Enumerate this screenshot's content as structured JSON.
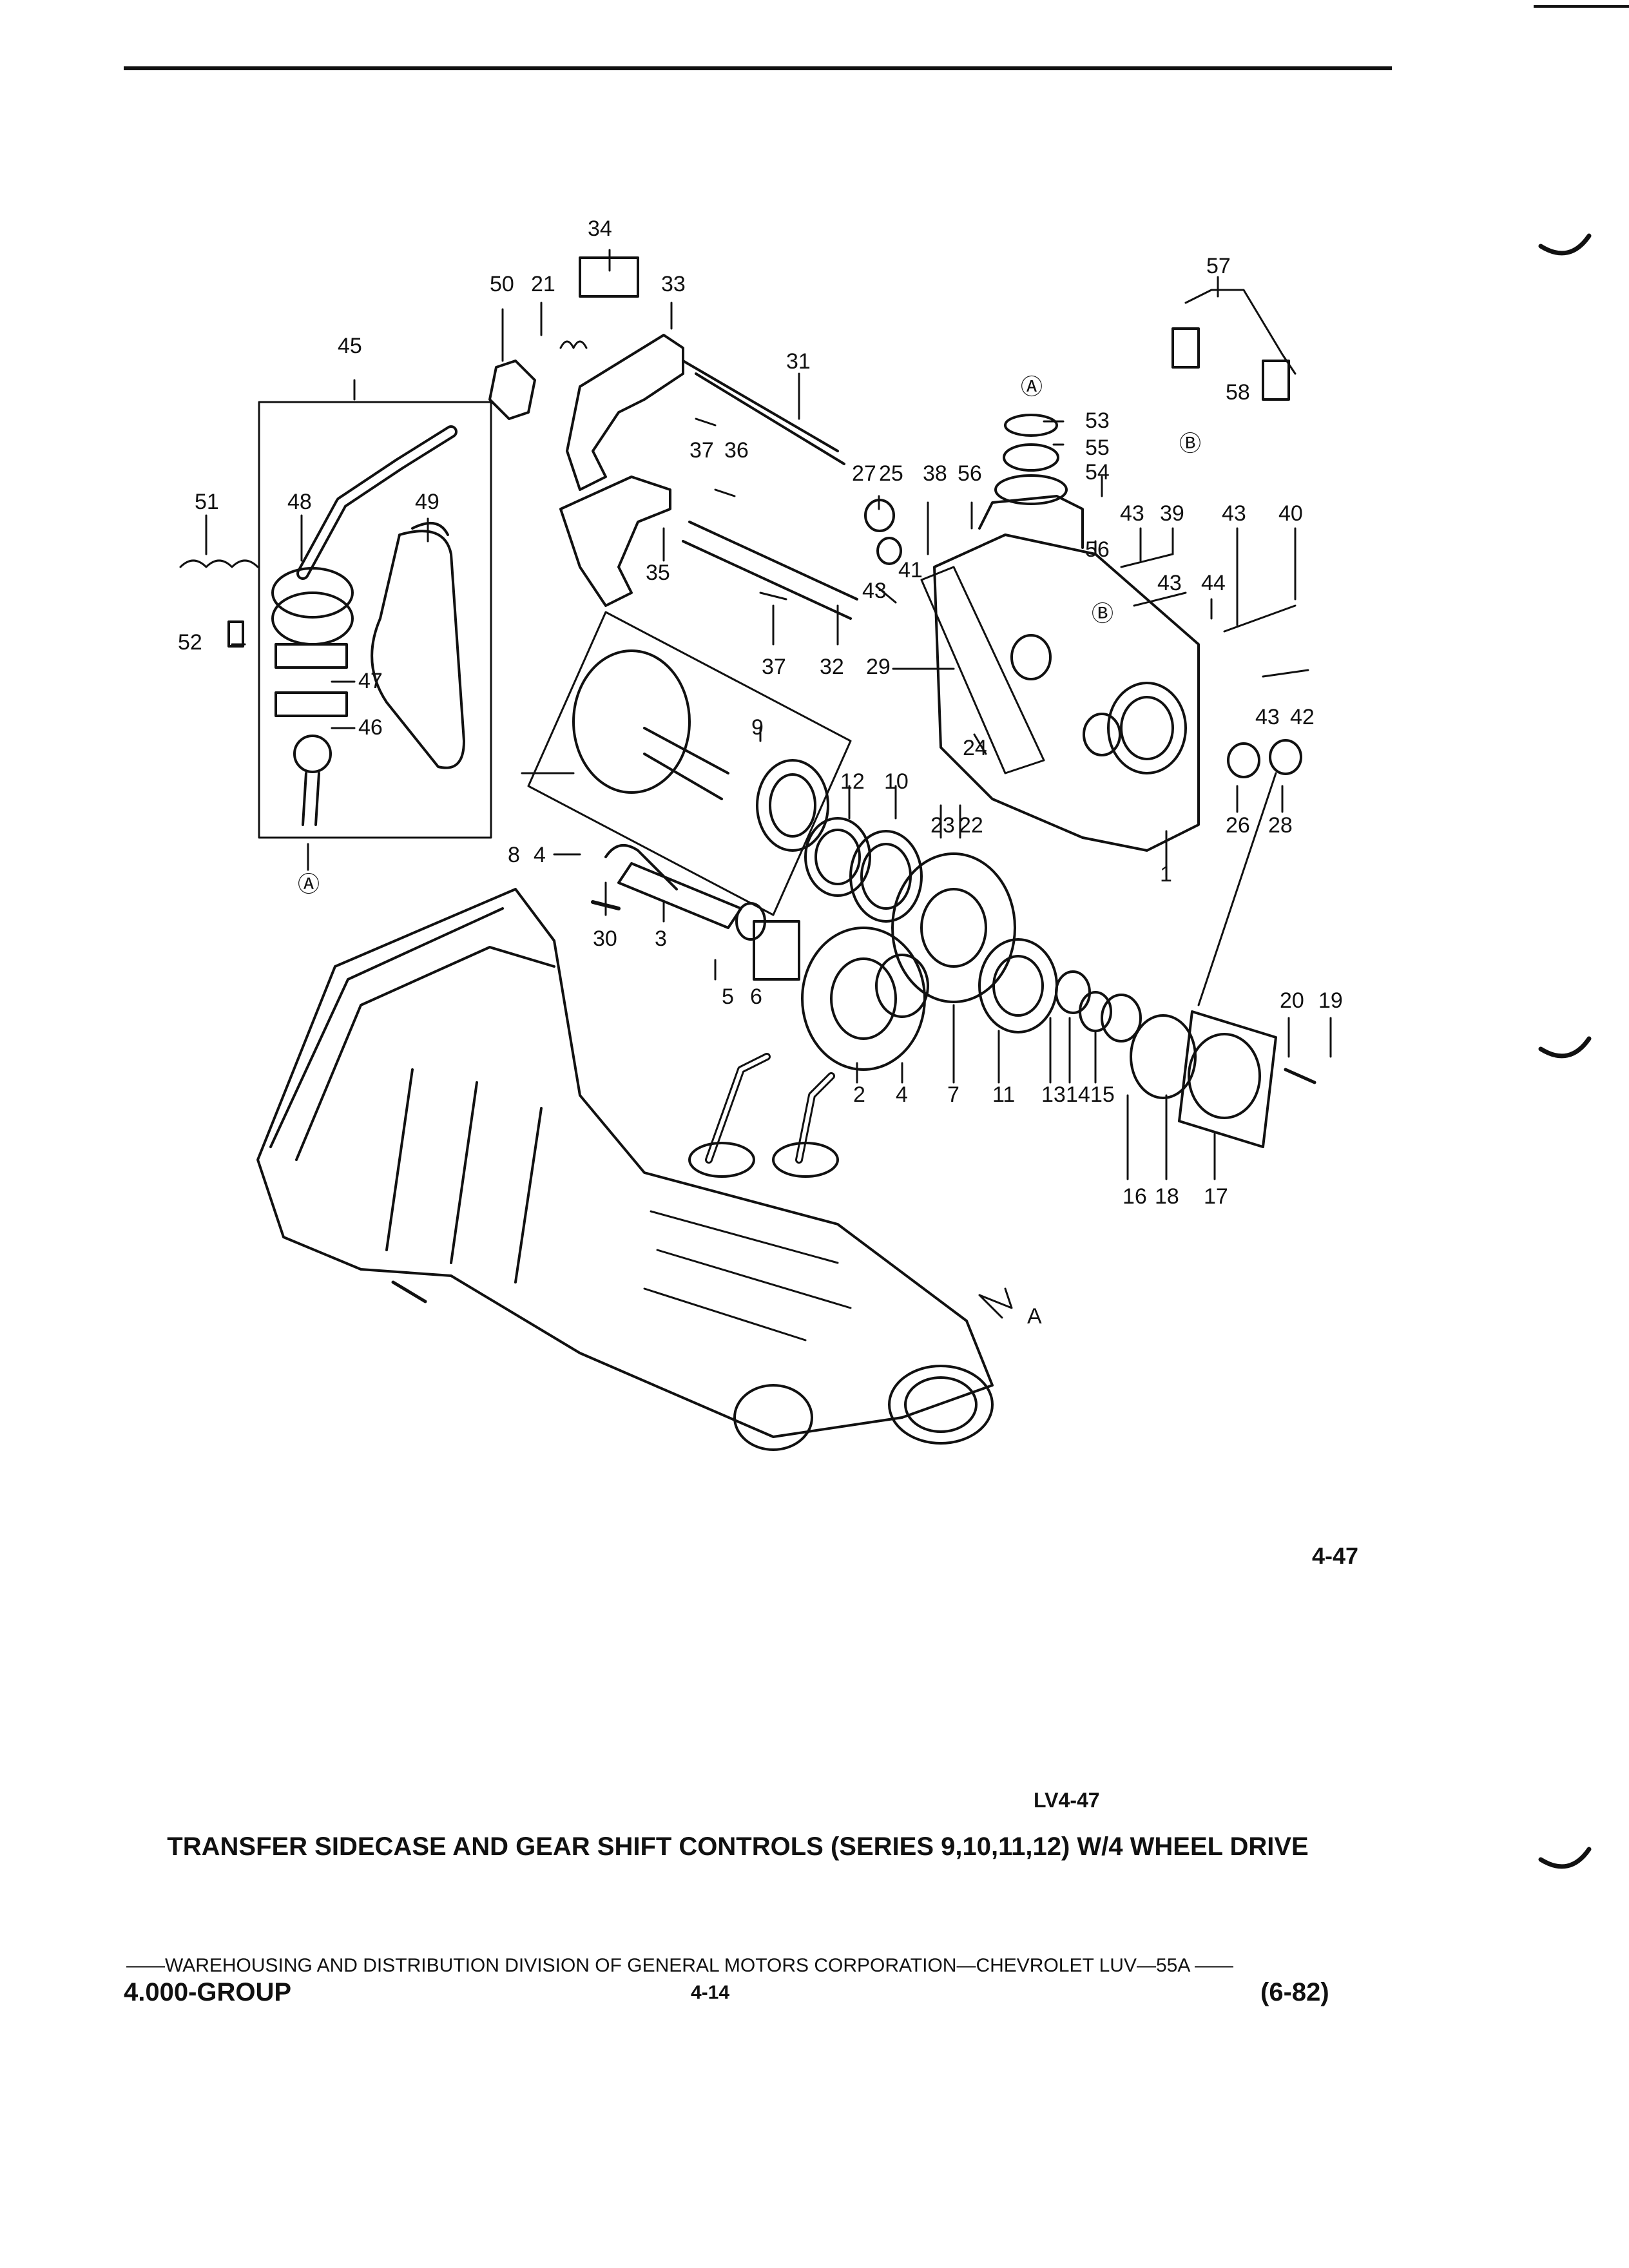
{
  "callouts": {
    "c34": "34",
    "c50": "50",
    "c21": "21",
    "c33": "33",
    "c45": "45",
    "c31": "31",
    "c57": "57",
    "c58": "58",
    "cA_top": "Ⓐ",
    "cB_top": "Ⓑ",
    "c53": "53",
    "c55": "55",
    "c54": "54",
    "c51": "51",
    "c48": "48",
    "c49": "49",
    "c37a": "37",
    "c36": "36",
    "c27": "27",
    "c25": "25",
    "c38": "38",
    "c56a": "56",
    "c56b": "56",
    "c43a": "43",
    "c39": "39",
    "c43b": "43",
    "c40": "40",
    "c35": "35",
    "c41": "41",
    "c43c": "43",
    "c43d": "43",
    "c44": "44",
    "cB_mid": "Ⓑ",
    "c52": "52",
    "c47": "47",
    "c46": "46",
    "c37b": "37",
    "c32": "32",
    "c29": "29",
    "c43e": "43",
    "c42": "42",
    "c9": "9",
    "c24": "24",
    "c12": "12",
    "c10": "10",
    "c23": "23",
    "c22": "22",
    "c26": "26",
    "c28": "28",
    "c8": "8",
    "c4a": "4",
    "cA_bot": "Ⓐ",
    "c1": "1",
    "c30": "30",
    "c3": "3",
    "c5": "5",
    "c6": "6",
    "c20": "20",
    "c19": "19",
    "c2": "2",
    "c4b": "4",
    "c7": "7",
    "c11": "11",
    "c13": "13",
    "c14": "14",
    "c15": "15",
    "c16": "16",
    "c18": "18",
    "c17": "17",
    "cA_arrow": "A"
  },
  "figure_number": "4-47",
  "reference_code": "LV4-47",
  "title": "TRANSFER SIDECASE AND GEAR SHIFT CONTROLS (SERIES 9,10,11,12) W/4 WHEEL DRIVE",
  "footer": {
    "distribution_line": "——WAREHOUSING AND DISTRIBUTION  DIVISION OF GENERAL MOTORS CORPORATION—CHEVROLET LUV—55A  ——",
    "group": "4.000-GROUP",
    "page": "4-14",
    "date": "(6-82)"
  }
}
